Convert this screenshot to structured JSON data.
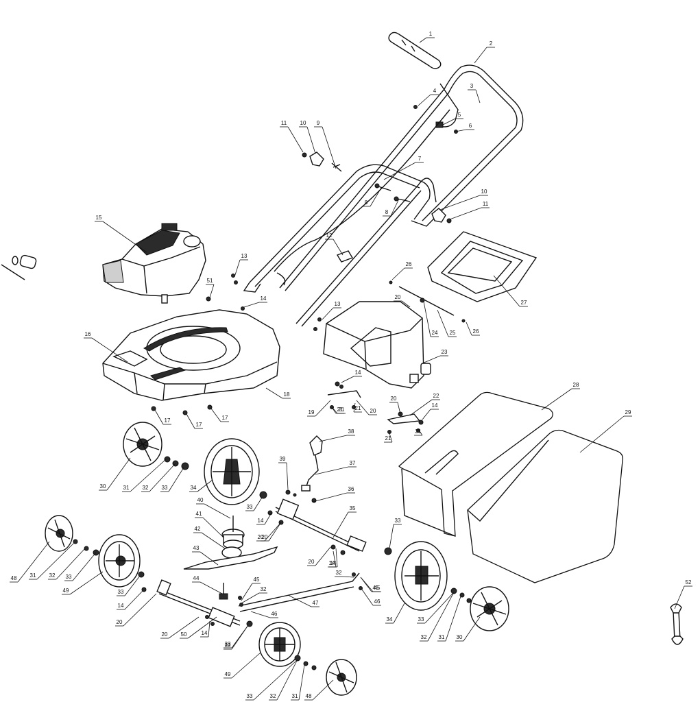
{
  "callouts": [
    {
      "id": "c1",
      "text": "1"
    },
    {
      "id": "c2",
      "text": "2"
    },
    {
      "id": "c3",
      "text": "3"
    },
    {
      "id": "c4",
      "text": "4"
    },
    {
      "id": "c5",
      "text": "5"
    },
    {
      "id": "c6",
      "text": "6"
    },
    {
      "id": "c7",
      "text": "7"
    },
    {
      "id": "c8a",
      "text": "8"
    },
    {
      "id": "c8b",
      "text": "8"
    },
    {
      "id": "c9",
      "text": "9"
    },
    {
      "id": "c10a",
      "text": "10"
    },
    {
      "id": "c10b",
      "text": "10"
    },
    {
      "id": "c11a",
      "text": "11"
    },
    {
      "id": "c11b",
      "text": "11"
    },
    {
      "id": "c12",
      "text": "12"
    },
    {
      "id": "c13a",
      "text": "13"
    },
    {
      "id": "c13b",
      "text": "13"
    },
    {
      "id": "c14a",
      "text": "14"
    },
    {
      "id": "c14b",
      "text": "14"
    },
    {
      "id": "c14c",
      "text": "14"
    },
    {
      "id": "c14d",
      "text": "14"
    },
    {
      "id": "c14e",
      "text": "14"
    },
    {
      "id": "c14f",
      "text": "14"
    },
    {
      "id": "c14g",
      "text": "14"
    },
    {
      "id": "c14h",
      "text": "14"
    },
    {
      "id": "c15",
      "text": "15"
    },
    {
      "id": "c16",
      "text": "16"
    },
    {
      "id": "c17a",
      "text": "17"
    },
    {
      "id": "c17b",
      "text": "17"
    },
    {
      "id": "c17c",
      "text": "17"
    },
    {
      "id": "c18",
      "text": "18"
    },
    {
      "id": "c19",
      "text": "19"
    },
    {
      "id": "c20a",
      "text": "20"
    },
    {
      "id": "c20b",
      "text": "20"
    },
    {
      "id": "c20c",
      "text": "20"
    },
    {
      "id": "c20d",
      "text": "20"
    },
    {
      "id": "c20e",
      "text": "20"
    },
    {
      "id": "c20f",
      "text": "20"
    },
    {
      "id": "c20g",
      "text": "20"
    },
    {
      "id": "c20h",
      "text": "20"
    },
    {
      "id": "c21a",
      "text": "21"
    },
    {
      "id": "c21b",
      "text": "21"
    },
    {
      "id": "c21c",
      "text": "21"
    },
    {
      "id": "c21d",
      "text": "21"
    },
    {
      "id": "c21e",
      "text": "21"
    },
    {
      "id": "c22",
      "text": "22"
    },
    {
      "id": "c23",
      "text": "23"
    },
    {
      "id": "c24",
      "text": "24"
    },
    {
      "id": "c25",
      "text": "25"
    },
    {
      "id": "c26a",
      "text": "26"
    },
    {
      "id": "c26b",
      "text": "26"
    },
    {
      "id": "c27",
      "text": "27"
    },
    {
      "id": "c28",
      "text": "28"
    },
    {
      "id": "c29",
      "text": "29"
    },
    {
      "id": "c30a",
      "text": "30"
    },
    {
      "id": "c30b",
      "text": "30"
    },
    {
      "id": "c31a",
      "text": "31"
    },
    {
      "id": "c31b",
      "text": "31"
    },
    {
      "id": "c31c",
      "text": "31"
    },
    {
      "id": "c31d",
      "text": "31"
    },
    {
      "id": "c32a",
      "text": "32"
    },
    {
      "id": "c32b",
      "text": "32"
    },
    {
      "id": "c32c",
      "text": "32"
    },
    {
      "id": "c32d",
      "text": "32"
    },
    {
      "id": "c32e",
      "text": "32"
    },
    {
      "id": "c32f",
      "text": "32"
    },
    {
      "id": "c33a",
      "text": "33"
    },
    {
      "id": "c33b",
      "text": "33"
    },
    {
      "id": "c33c",
      "text": "33"
    },
    {
      "id": "c33d",
      "text": "33"
    },
    {
      "id": "c33e",
      "text": "33"
    },
    {
      "id": "c33f",
      "text": "33"
    },
    {
      "id": "c33g",
      "text": "33"
    },
    {
      "id": "c33h",
      "text": "33"
    },
    {
      "id": "c33i",
      "text": "33"
    },
    {
      "id": "c34a",
      "text": "34"
    },
    {
      "id": "c34b",
      "text": "34"
    },
    {
      "id": "c35",
      "text": "35"
    },
    {
      "id": "c36",
      "text": "36"
    },
    {
      "id": "c37",
      "text": "37"
    },
    {
      "id": "c38",
      "text": "38"
    },
    {
      "id": "c39",
      "text": "39"
    },
    {
      "id": "c40",
      "text": "40"
    },
    {
      "id": "c41",
      "text": "41"
    },
    {
      "id": "c42",
      "text": "42"
    },
    {
      "id": "c43",
      "text": "43"
    },
    {
      "id": "c44",
      "text": "44"
    },
    {
      "id": "c45a",
      "text": "45"
    },
    {
      "id": "c45b",
      "text": "45"
    },
    {
      "id": "c45c",
      "text": "45"
    },
    {
      "id": "c46a",
      "text": "46"
    },
    {
      "id": "c46b",
      "text": "46"
    },
    {
      "id": "c47",
      "text": "47"
    },
    {
      "id": "c48a",
      "text": "48"
    },
    {
      "id": "c48b",
      "text": "48"
    },
    {
      "id": "c49a",
      "text": "49"
    },
    {
      "id": "c49b",
      "text": "49"
    },
    {
      "id": "c50",
      "text": "50"
    },
    {
      "id": "c51",
      "text": "51"
    },
    {
      "id": "c52",
      "text": "52"
    }
  ]
}
